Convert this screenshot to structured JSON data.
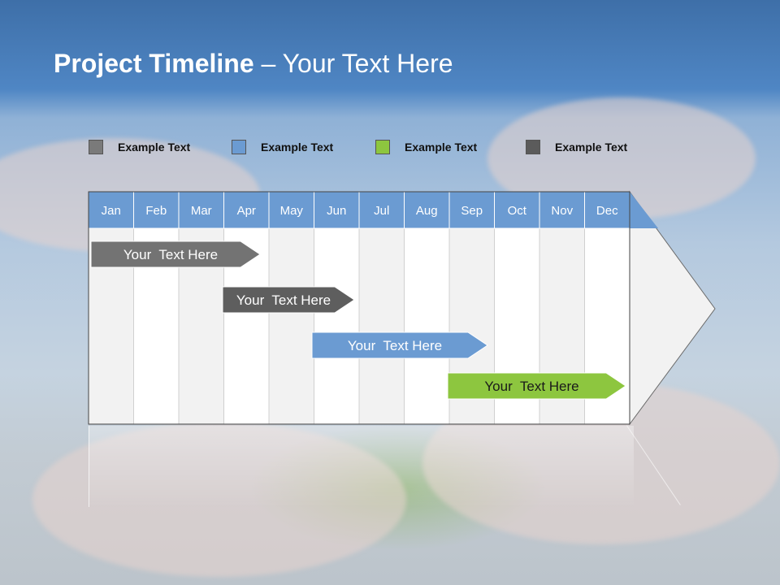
{
  "title": {
    "bold": "Project Timeline",
    "rest": " – Your Text Here"
  },
  "legend": [
    {
      "label": "Example Text",
      "color": "#7a7a7a"
    },
    {
      "label": "Example Text",
      "color": "#6b9bd2"
    },
    {
      "label": "Example Text",
      "color": "#8dc63f"
    },
    {
      "label": "Example Text",
      "color": "#5b5b5b"
    }
  ],
  "months": [
    "Jan",
    "Feb",
    "Mar",
    "Apr",
    "May",
    "Jun",
    "Jul",
    "Aug",
    "Sep",
    "Oct",
    "Nov",
    "Dec"
  ],
  "bars": [
    {
      "label": "Your  Text Here",
      "color": "#737373",
      "start": "Jan",
      "end": "Apr"
    },
    {
      "label": "Your  Text Here",
      "color": "#5e5e5e",
      "start": "Apr",
      "end": "Jun"
    },
    {
      "label": "Your  Text Here",
      "color": "#6b9bd2",
      "start": "Jun",
      "end": "Sep"
    },
    {
      "label": "Your  Text Here",
      "color": "#8dc63f",
      "start": "Sep",
      "end": "Dec"
    }
  ],
  "colors": {
    "header": "#6b9bd2",
    "column_light": "#f2f2f2",
    "column_white": "#ffffff"
  }
}
